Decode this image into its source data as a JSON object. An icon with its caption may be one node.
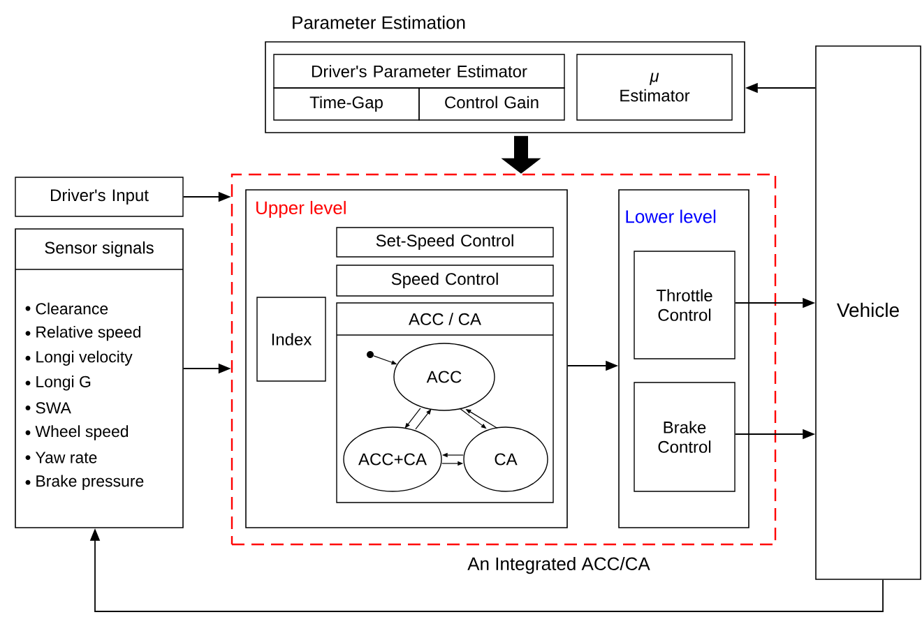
{
  "diagram": {
    "nodes": [
      {
        "text": [
          "Parameter Estimation"
        ]
      },
      {
        "text": [
          "Driver's Parameter Estimator"
        ],
        "in": 0
      },
      {
        "text": [
          "Time-Gap"
        ],
        "in": 0
      },
      {
        "text": [
          "Control Gain"
        ],
        "in": 0
      },
      {
        "text": [
          "*μ* Estimator"
        ],
        "in": 0
      },
      {
        "text": [
          "Driver's Input"
        ]
      },
      {
        "text": [
          "Sensor signals",
          "Clearance",
          "Relative speed",
          "Longi velocity",
          "Longi G",
          "SWA",
          "Wheel speed",
          "Yaw rate",
          "Brake pressure"
        ]
      },
      {
        "text": [
          "An Integrated ACC/CA"
        ]
      },
      {
        "text": [
          "Upper level"
        ],
        "in": 7
      },
      {
        "text": [
          "Set-Speed Control"
        ],
        "in": 8
      },
      {
        "text": [
          "Speed Control"
        ],
        "in": 8
      },
      {
        "text": [
          "ACC / CA"
        ],
        "in": 8
      },
      {
        "text": [
          "Index"
        ],
        "in": 8
      },
      {
        "text": [
          "ACC"
        ],
        "in": 11
      },
      {
        "text": [
          "ACC+CA"
        ],
        "in": 11
      },
      {
        "text": [
          "CA"
        ],
        "in": 11
      },
      {
        "text": [],
        "shape": "circle",
        "in": 11
      },
      {
        "text": [
          "Lower level"
        ],
        "in": 7
      },
      {
        "text": [
          "Throttle Control"
        ],
        "in": 17
      },
      {
        "text": [
          "Brake Control"
        ],
        "in": 17
      },
      {
        "text": [
          "Vehicle"
        ]
      }
    ],
    "edges": [
      {
        "from": 20,
        "to": 0,
        "arrow": "to"
      },
      {
        "from": 0,
        "to": 7,
        "arrow": "to",
        "style": "thick"
      },
      {
        "from": 5,
        "to": 7,
        "arrow": "to"
      },
      {
        "from": 6,
        "to": 7,
        "arrow": "to"
      },
      {
        "from": 8,
        "to": 17,
        "arrow": "to"
      },
      {
        "from": 18,
        "to": 20,
        "arrow": "to"
      },
      {
        "from": 19,
        "to": 20,
        "arrow": "to"
      },
      {
        "from": 20,
        "to": 6,
        "arrow": "to"
      },
      {
        "from": 16,
        "to": 13,
        "arrow": "to"
      },
      {
        "from": 13,
        "to": 14,
        "arrow": "to"
      },
      {
        "from": 14,
        "to": 13,
        "arrow": "to"
      },
      {
        "from": 13,
        "to": 15,
        "arrow": "to"
      },
      {
        "from": 15,
        "to": 13,
        "arrow": "to"
      },
      {
        "from": 14,
        "to": 15,
        "arrow": "to"
      },
      {
        "from": 15,
        "to": 14,
        "arrow": "to"
      }
    ]
  }
}
